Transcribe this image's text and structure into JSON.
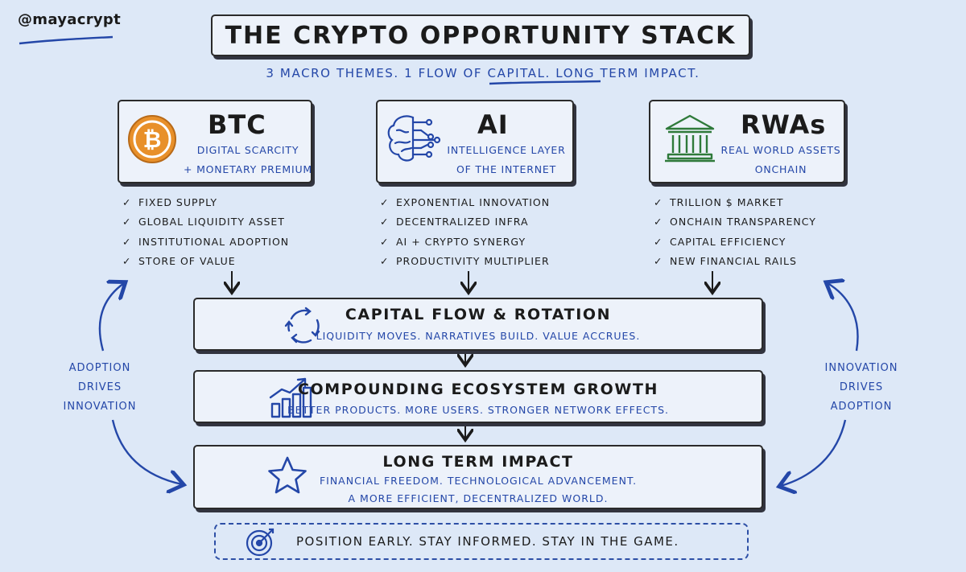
{
  "handle": "@mayacrypt",
  "title": "THE CRYPTO OPPORTUNITY STACK",
  "subtitle": "3 MACRO THEMES. 1 FLOW OF CAPITAL. LONG TERM IMPACT.",
  "themes": [
    {
      "name": "BTC",
      "desc_line1": "DIGITAL SCARCITY",
      "desc_line2": "+ MONETARY PREMIUM",
      "icon": "bitcoin-icon",
      "points": [
        "FIXED SUPPLY",
        "GLOBAL LIQUIDITY ASSET",
        "INSTITUTIONAL ADOPTION",
        "STORE OF VALUE"
      ]
    },
    {
      "name": "AI",
      "desc_line1": "INTELLIGENCE LAYER",
      "desc_line2": "OF THE INTERNET",
      "icon": "brain-circuit-icon",
      "points": [
        "EXPONENTIAL INNOVATION",
        "DECENTRALIZED INFRA",
        "AI + CRYPTO SYNERGY",
        "PRODUCTIVITY MULTIPLIER"
      ]
    },
    {
      "name": "RWAs",
      "desc_line1": "REAL WORLD ASSETS",
      "desc_line2": "ONCHAIN",
      "icon": "bank-building-icon",
      "points": [
        "TRILLION $ MARKET",
        "ONCHAIN TRANSPARENCY",
        "CAPITAL EFFICIENCY",
        "NEW FINANCIAL RAILS"
      ]
    }
  ],
  "check_mark": "✓",
  "capital_flow": {
    "heading": "CAPITAL FLOW & ROTATION",
    "sub": "LIQUIDITY MOVES. NARRATIVES BUILD. VALUE ACCRUES.",
    "icon": "rotation-arrows-icon"
  },
  "growth": {
    "heading": "COMPOUNDING ECOSYSTEM GROWTH",
    "sub": "BETTER PRODUCTS. MORE USERS. STRONGER NETWORK EFFECTS.",
    "icon": "growth-chart-icon"
  },
  "impact": {
    "heading": "LONG TERM IMPACT",
    "sub_line1": "FINANCIAL FREEDOM. TECHNOLOGICAL ADVANCEMENT.",
    "sub_line2": "A MORE EFFICIENT, DECENTRALIZED WORLD.",
    "icon": "star-icon"
  },
  "left_loop": {
    "line1": "ADOPTION",
    "line2": "DRIVES",
    "line3": "INNOVATION"
  },
  "right_loop": {
    "line1": "INNOVATION",
    "line2": "DRIVES",
    "line3": "ADOPTION"
  },
  "footer": {
    "text": "POSITION EARLY. STAY INFORMED. STAY IN THE GAME.",
    "icon": "target-icon"
  },
  "colors": {
    "background": "#dde8f7",
    "accent_blue": "#2447a8",
    "bitcoin_orange": "#e8902a",
    "bank_green": "#2f7a3a",
    "ink": "#1b1b1b"
  }
}
